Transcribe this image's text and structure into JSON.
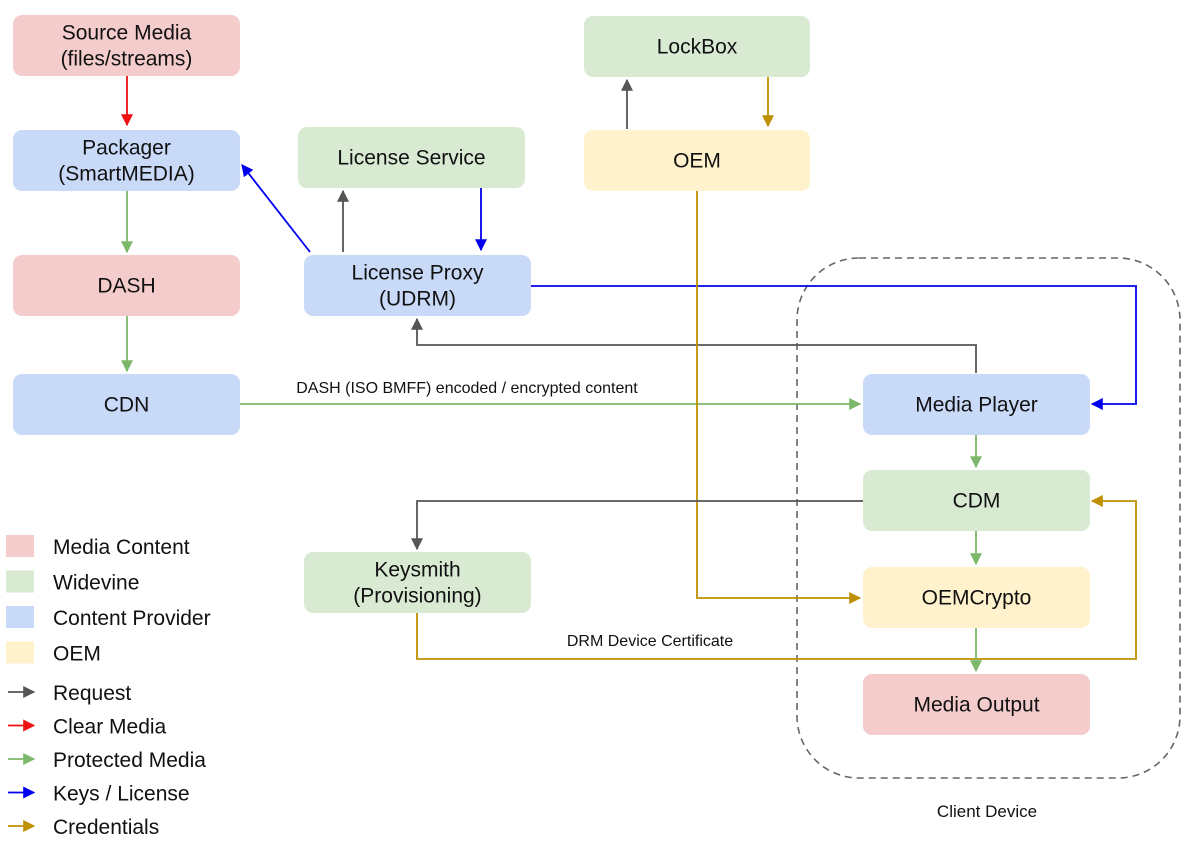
{
  "colors": {
    "media_content": "#f4cccc",
    "widevine": "#d9ead3",
    "content_provider": "#c9daf8",
    "oem": "#fff2cc",
    "request": "#555555",
    "clear_media": "#ee1111",
    "protected_media": "#7cb86a",
    "keys_license": "#0000ee",
    "credentials": "#bf9000"
  },
  "nodes": {
    "source_media": {
      "line1": "Source Media",
      "line2": "(files/streams)",
      "category": "media_content"
    },
    "packager": {
      "line1": "Packager",
      "line2": "(SmartMEDIA)",
      "category": "content_provider"
    },
    "dash": {
      "line1": "DASH",
      "category": "media_content"
    },
    "cdn": {
      "line1": "CDN",
      "category": "content_provider"
    },
    "license_service": {
      "line1": "License Service",
      "category": "widevine"
    },
    "license_proxy": {
      "line1": "License Proxy",
      "line2": "(UDRM)",
      "category": "content_provider"
    },
    "lockbox": {
      "line1": "LockBox",
      "category": "widevine"
    },
    "oem": {
      "line1": "OEM",
      "category": "oem"
    },
    "media_player": {
      "line1": "Media Player",
      "category": "content_provider"
    },
    "cdm": {
      "line1": "CDM",
      "category": "widevine"
    },
    "oemcrypto": {
      "line1": "OEMCrypto",
      "category": "oem"
    },
    "media_output": {
      "line1": "Media Output",
      "category": "media_content"
    },
    "keysmith": {
      "line1": "Keysmith",
      "line2": "(Provisioning)",
      "category": "widevine"
    }
  },
  "edge_labels": {
    "dash_content": "DASH (ISO BMFF) encoded / encrypted content",
    "drm_cert": "DRM Device Certificate"
  },
  "group": {
    "label": "Client Device"
  },
  "legend": {
    "categories": [
      {
        "label": "Media Content",
        "category": "media_content"
      },
      {
        "label": "Widevine",
        "category": "widevine"
      },
      {
        "label": "Content Provider",
        "category": "content_provider"
      },
      {
        "label": "OEM",
        "category": "oem"
      }
    ],
    "arrows": [
      {
        "label": "Request",
        "category": "request"
      },
      {
        "label": "Clear Media",
        "category": "clear_media"
      },
      {
        "label": "Protected Media",
        "category": "protected_media"
      },
      {
        "label": "Keys / License",
        "category": "keys_license"
      },
      {
        "label": "Credentials",
        "category": "credentials"
      }
    ]
  }
}
